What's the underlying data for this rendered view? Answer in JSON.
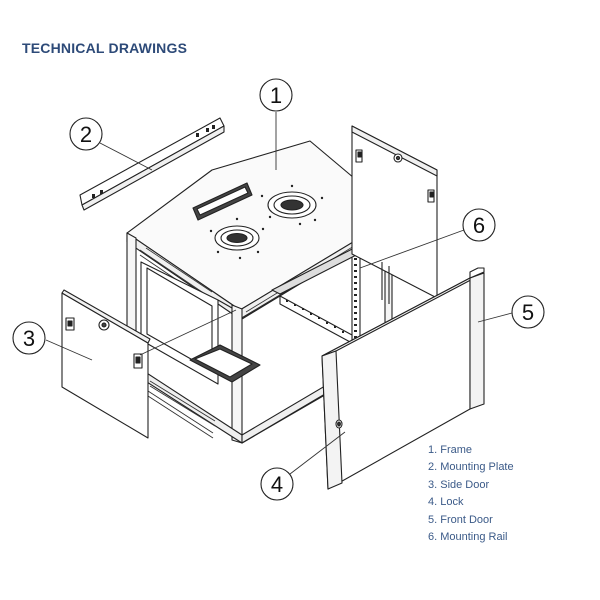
{
  "header": {
    "title": "TECHNICAL DRAWINGS"
  },
  "callouts": [
    "1",
    "2",
    "3",
    "4",
    "5",
    "6"
  ],
  "legend": [
    "1. Frame",
    "2. Mounting Plate",
    "3. Side Door",
    "4. Lock",
    "5. Front Door",
    "6. Mounting Rail"
  ],
  "colors": {
    "title": "#2d4a78",
    "legend": "#3b5a88",
    "line": "#222222"
  }
}
